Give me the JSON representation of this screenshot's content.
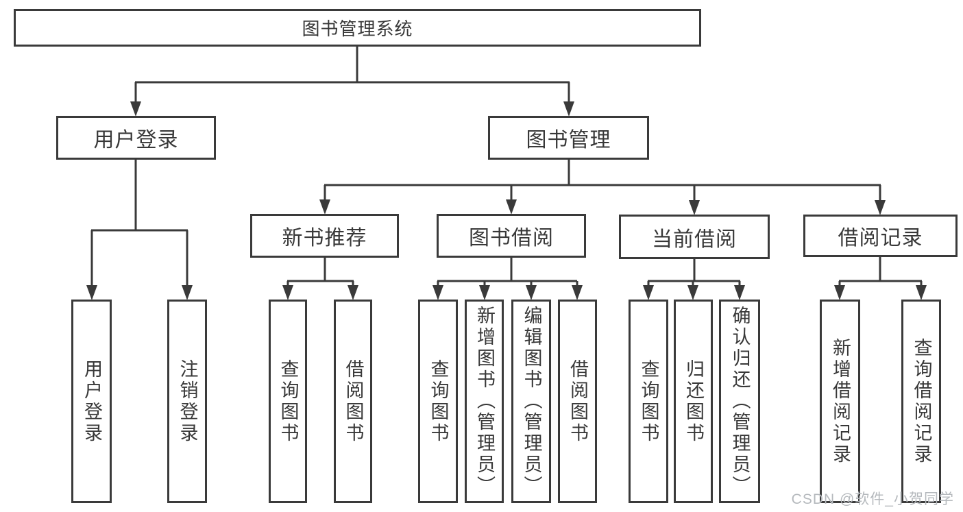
{
  "diagram": {
    "title": "图书管理系统",
    "branches": [
      {
        "label": "用户登录",
        "children": [
          {
            "label": "用户登录"
          },
          {
            "label": "注销登录"
          }
        ]
      },
      {
        "label": "图书管理",
        "children": [
          {
            "label": "新书推荐",
            "children": [
              {
                "label": "查询图书"
              },
              {
                "label": "借阅图书"
              }
            ]
          },
          {
            "label": "图书借阅",
            "children": [
              {
                "label": "查询图书"
              },
              {
                "label": "新增图书（管理员）"
              },
              {
                "label": "编辑图书（管理员）"
              },
              {
                "label": "借阅图书"
              }
            ]
          },
          {
            "label": "当前借阅",
            "children": [
              {
                "label": "查询图书"
              },
              {
                "label": "归还图书"
              },
              {
                "label": "确认归还（管理员）"
              }
            ]
          },
          {
            "label": "借阅记录",
            "children": [
              {
                "label": "新增借阅记录"
              },
              {
                "label": "查询借阅记录"
              }
            ]
          }
        ]
      }
    ]
  },
  "watermark": {
    "text": "CSDN @软件_小贺同学"
  },
  "colors": {
    "line": "#3a3a3a",
    "text": "#383838",
    "box_background": "#ffffff",
    "watermark": "#b5b9bd"
  }
}
